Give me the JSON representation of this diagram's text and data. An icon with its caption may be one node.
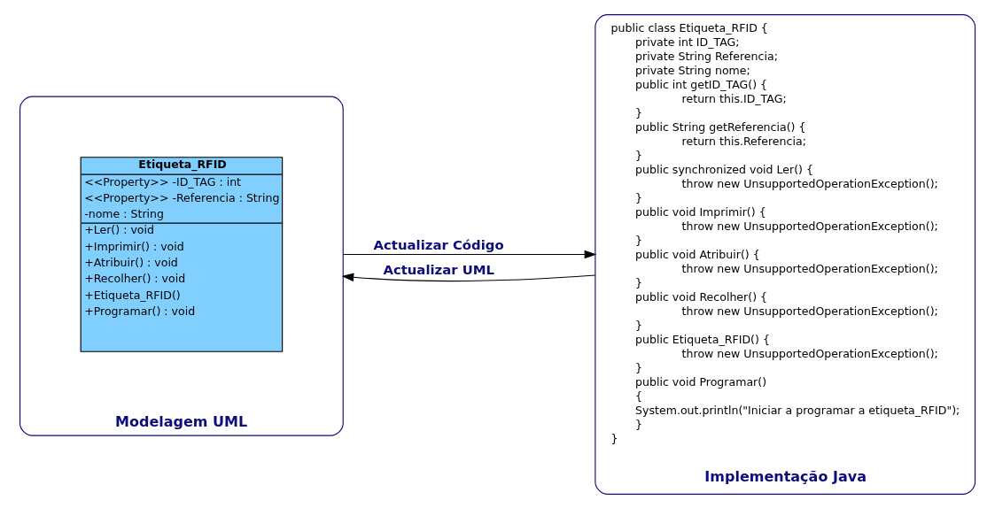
{
  "diagram": {
    "nodes": [
      {
        "text": [
          "Modelagem UML"
        ]
      },
      {
        "text": [
          "Etiqueta_RFID",
          "<<Property>> -ID_TAG : int",
          "<<Property>> -Referencia : String",
          "-nome : String",
          "+Ler() : void",
          "+Imprimir() : void",
          "+Atribuir() : void",
          "+Recolher() : void",
          "+Etiqueta_RFID()",
          "+Programar() : void"
        ],
        "in": 0
      },
      {
        "text": [
          "public class Etiqueta_RFID {",
          "private int ID_TAG;",
          "private String Referencia;",
          "private String nome;",
          "public int getID_TAG() {",
          "return this.ID_TAG;",
          "}",
          "public String getReferencia() {",
          "return this.Referencia;",
          "}",
          "public synchronized void Ler() {",
          "throw new UnsupportedOperationException();",
          "}",
          "public void Imprimir() {",
          "throw new UnsupportedOperationException();",
          "}",
          "public void Atribuir() {",
          "throw new UnsupportedOperationException();",
          "}",
          "public void Recolher() {",
          "throw new UnsupportedOperationException();",
          "}",
          "public Etiqueta_RFID() {",
          "throw new UnsupportedOperationException();",
          "}",
          "public void Programar()",
          "{",
          "System.out.println(\"Iniciar a programar a etiqueta_RFID\");",
          "}",
          "}",
          "Implementação Java"
        ]
      }
    ],
    "edges": [
      {
        "from": 0,
        "to": 2,
        "arrow": "to",
        "label": "Actualizar Código"
      },
      {
        "from": 2,
        "to": 0,
        "arrow": "to",
        "label": "Actualizar UML"
      }
    ]
  }
}
